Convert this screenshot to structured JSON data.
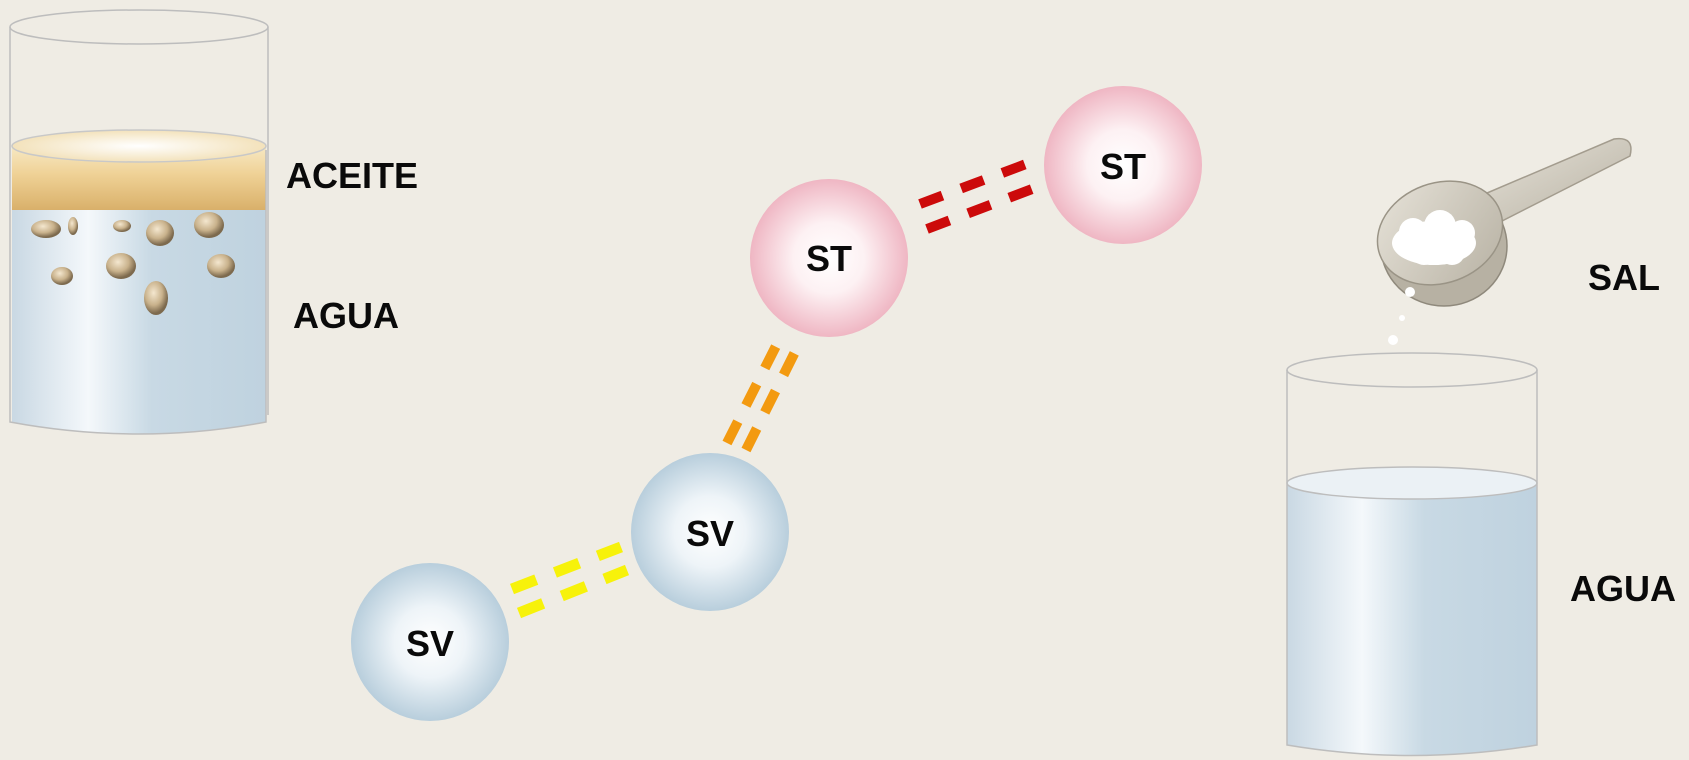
{
  "left_beaker": {
    "oil_label": "ACEITE",
    "water_label": "AGUA"
  },
  "right_beaker": {
    "salt_label": "SAL",
    "water_label": "AGUA"
  },
  "particles": {
    "solute_label": "ST",
    "solvent_label": "SV"
  },
  "colors": {
    "background": "#efece4",
    "solute_bond": "#cc0a0a",
    "solute_solvent_bond": "#f39a10",
    "solvent_bond": "#f7f20a",
    "solute_circle": "#f0b8c4",
    "solvent_circle": "#b9cfdc"
  }
}
